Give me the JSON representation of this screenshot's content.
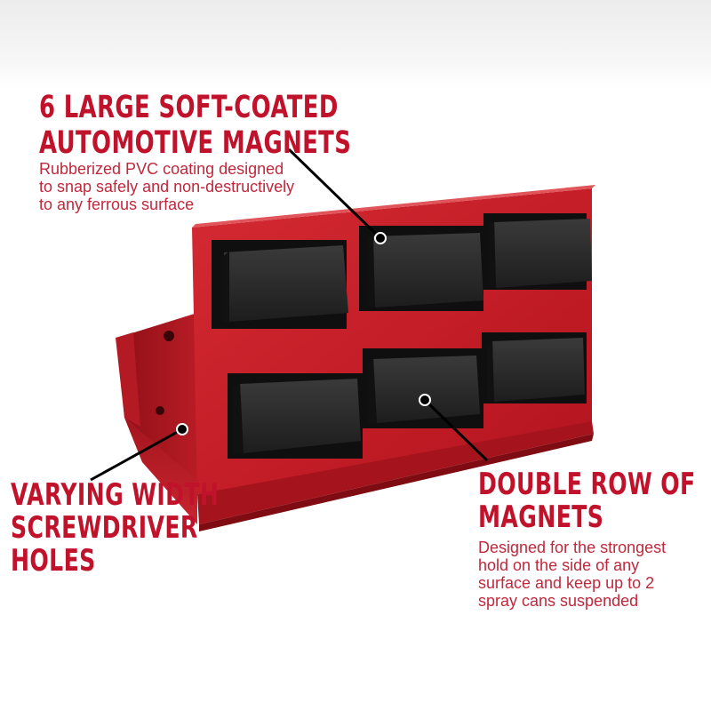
{
  "callouts": {
    "magnets": {
      "title_line1": "6 LARGE SOFT-COATED",
      "title_line2": "AUTOMOTIVE MAGNETS",
      "desc_line1": "Rubberized PVC coating designed",
      "desc_line2": "to snap safely and non-destructively",
      "desc_line3": "to any ferrous surface"
    },
    "holes": {
      "title_line1": "VARYING WIDTH",
      "title_line2": "SCREWDRIVER",
      "title_line3": "HOLES"
    },
    "rows": {
      "title_line1": "DOUBLE ROW OF",
      "title_line2": "MAGNETS",
      "desc_line1": "Designed for the strongest",
      "desc_line2": "hold on the side of any",
      "desc_line3": "surface and keep up to 2",
      "desc_line4": "spray cans suspended"
    }
  },
  "colors": {
    "accent_red": "#c1122b",
    "holder_red": "#c8202c",
    "magnet_black": "#1c1c1c"
  }
}
